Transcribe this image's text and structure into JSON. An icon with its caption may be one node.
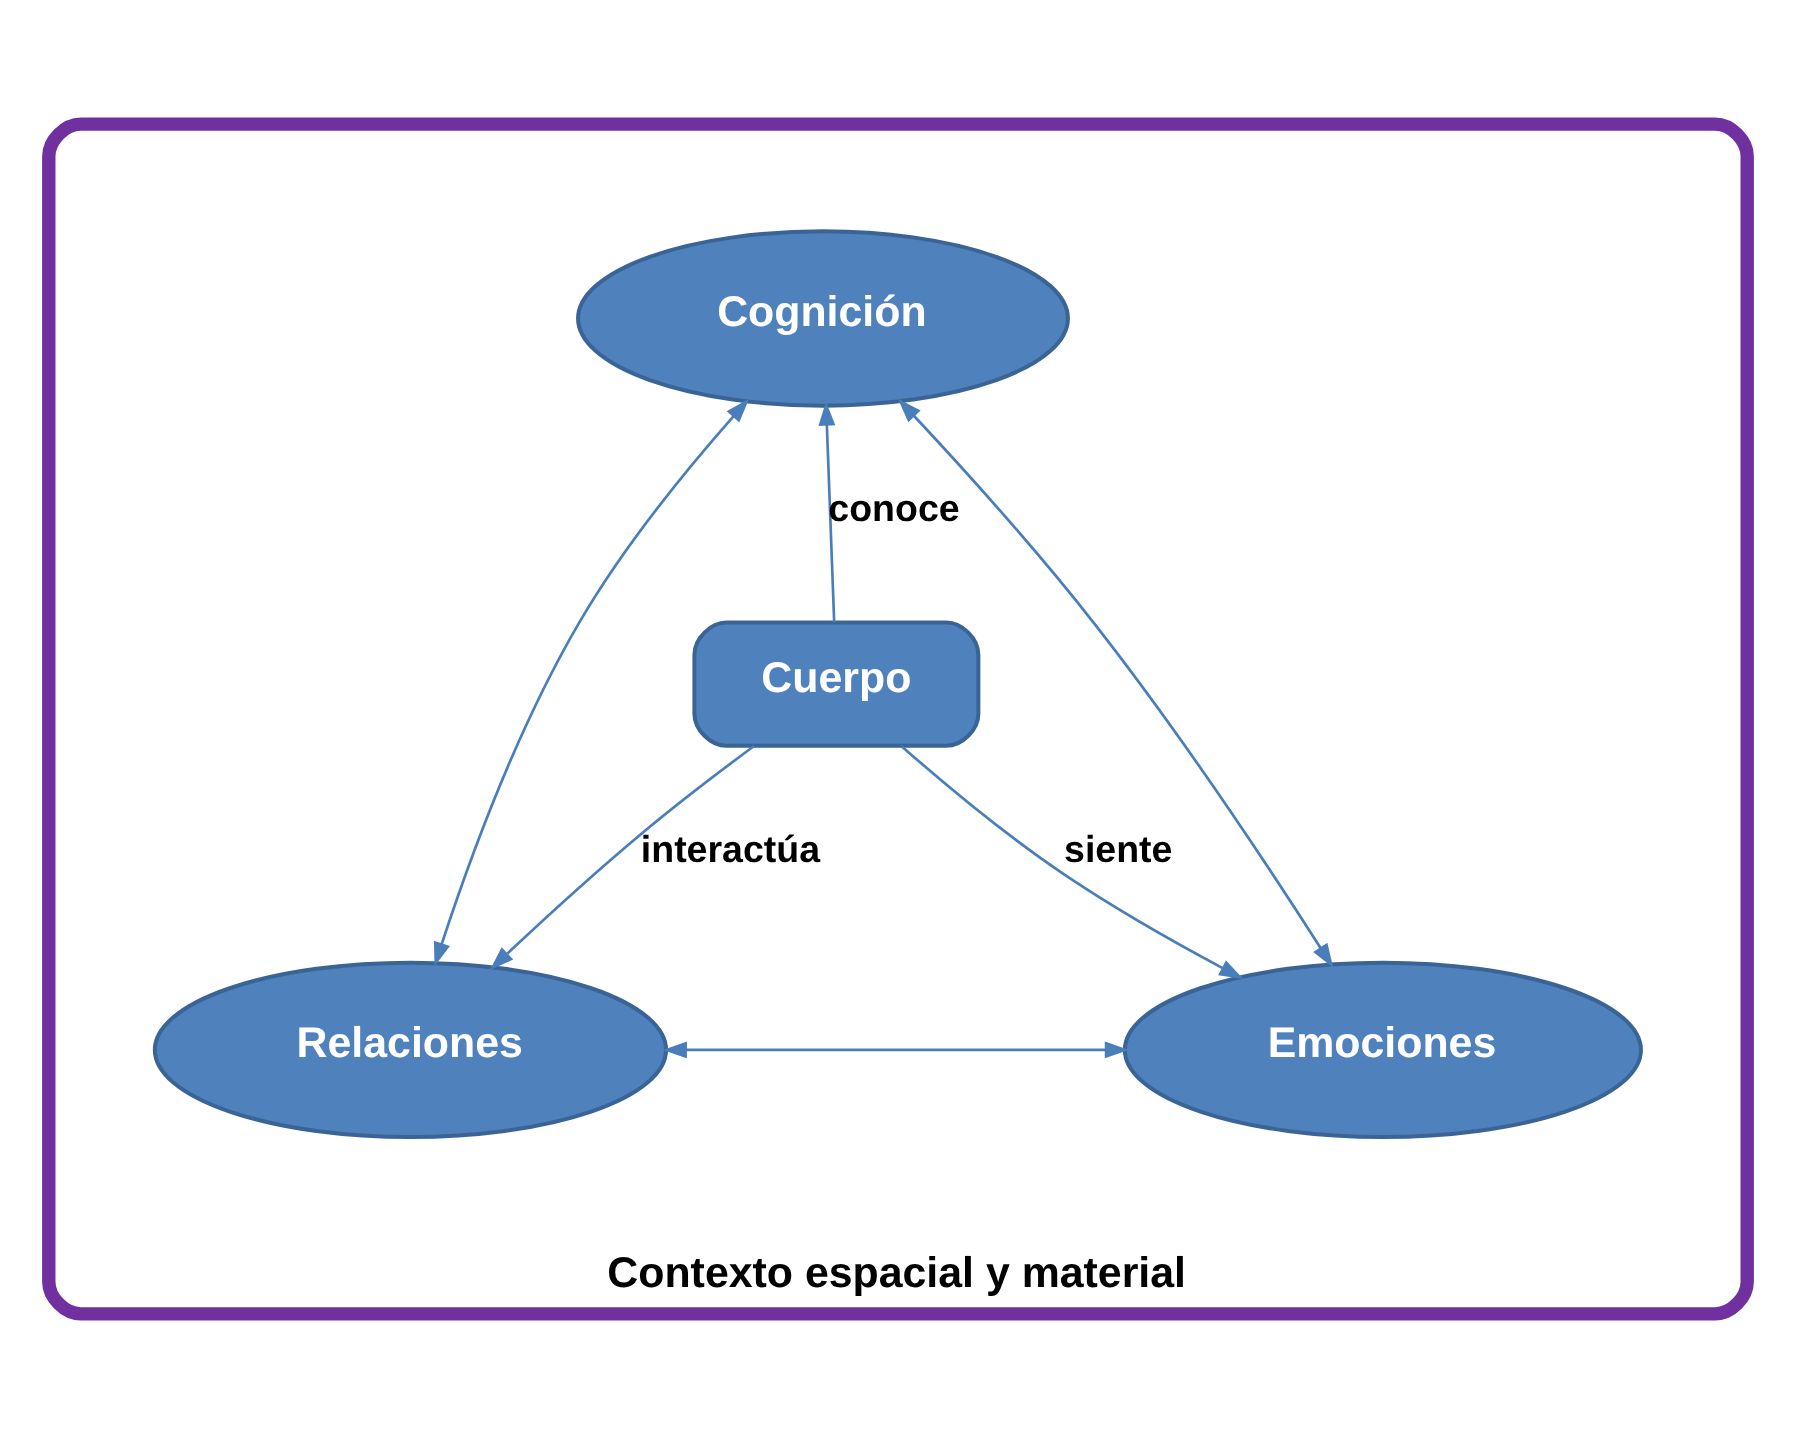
{
  "diagram": {
    "nodes": [
      {
        "text": [
          "Contexto espacial y material"
        ]
      },
      {
        "text": [
          "Cognición"
        ],
        "in": 0
      },
      {
        "text": [
          "Cuerpo"
        ],
        "in": 0
      },
      {
        "text": [
          "Relaciones"
        ],
        "in": 0
      },
      {
        "text": [
          "Emociones"
        ],
        "in": 0
      }
    ],
    "edges": [
      {
        "from": 2,
        "to": 1,
        "arrow": "to",
        "label": "conoce"
      },
      {
        "from": 2,
        "to": 3,
        "arrow": "to",
        "label": "interactúa"
      },
      {
        "from": 2,
        "to": 4,
        "arrow": "to",
        "label": "siente"
      },
      {
        "from": 1,
        "to": 3,
        "arrow": "both"
      },
      {
        "from": 1,
        "to": 4,
        "arrow": "both"
      },
      {
        "from": 3,
        "to": 4,
        "arrow": "both"
      }
    ]
  }
}
